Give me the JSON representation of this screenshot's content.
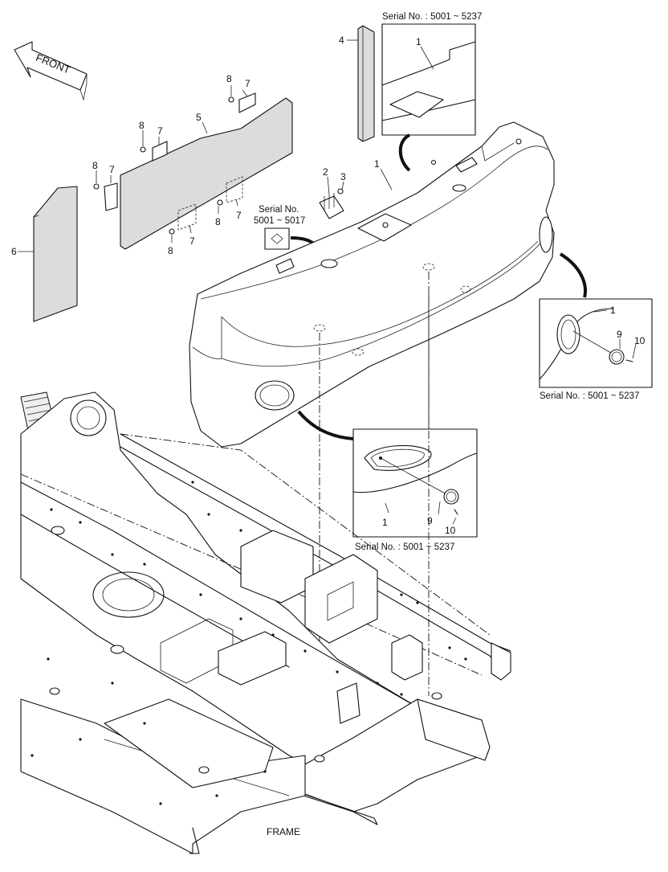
{
  "diagram": {
    "front_label": "FRONT",
    "frame_label": "FRAME",
    "callouts": {
      "n1_main": "1",
      "n1_top": "1",
      "n1_right": "1",
      "n1_bottom": "1",
      "n2": "2",
      "n3": "3",
      "n4": "4",
      "n5": "5",
      "n6": "6",
      "n7_a": "7",
      "n7_b": "7",
      "n7_c": "7",
      "n7_d": "7",
      "n7_e": "7",
      "n8_a": "8",
      "n8_b": "8",
      "n8_c": "8",
      "n8_d": "8",
      "n8_e": "8",
      "n9_right": "9",
      "n9_bottom": "9",
      "n10_right": "10",
      "n10_bottom": "10"
    },
    "serial_labels": {
      "top": "Serial No. : 5001 ~ 5237",
      "right": "Serial No. : 5001 ~ 5237",
      "bottom": "Serial No. : 5001 ~ 5237",
      "small_line1": "Serial No.",
      "small_line2": "5001 ~ 5017"
    }
  }
}
